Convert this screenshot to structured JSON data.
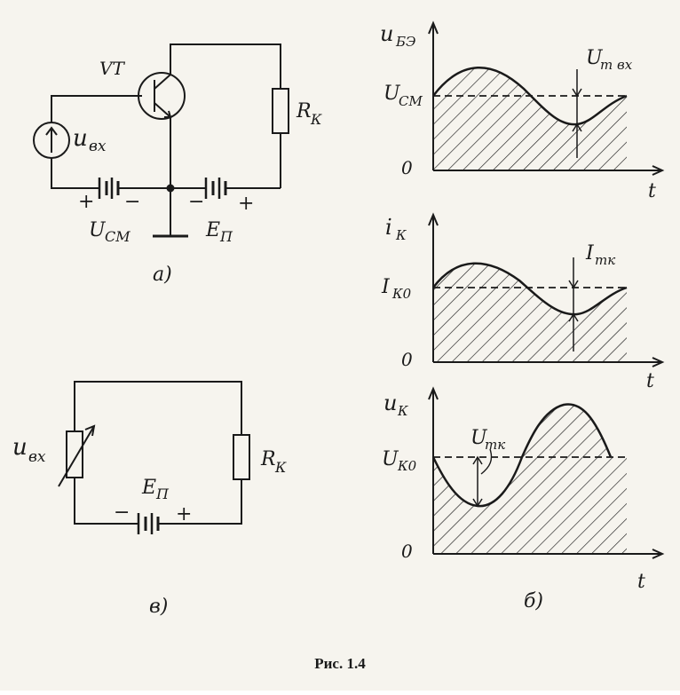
{
  "figure": {
    "caption": "Рис. 1.4",
    "colors": {
      "ink": "#1a1a1a",
      "paper": "#f6f4ee"
    }
  },
  "panel_a": {
    "label": "а)",
    "transistor": "VT",
    "source": "u",
    "source_sub": "вх",
    "resistor": "R",
    "resistor_sub": "К",
    "bias_battery": "U",
    "bias_battery_sub": "СМ",
    "supply_battery": "E",
    "supply_battery_sub": "П",
    "plus": "+",
    "minus": "−"
  },
  "panel_b": {
    "label": "б)",
    "graph1": {
      "y": "u",
      "y_sub": "БЭ",
      "level": "U",
      "level_sub": "СМ",
      "amp": "U",
      "amp_sub": "m вх",
      "origin": "0",
      "x": "t"
    },
    "graph2": {
      "y": "i",
      "y_sub": "К",
      "level": "I",
      "level_sub": "К0",
      "amp": "I",
      "amp_sub": "mк",
      "origin": "0",
      "x": "t"
    },
    "graph3": {
      "y": "u",
      "y_sub": "К",
      "level": "U",
      "level_sub": "К0",
      "amp": "U",
      "amp_sub": "mк",
      "origin": "0",
      "x": "t"
    }
  },
  "panel_c": {
    "label": "в)",
    "variable_resistor": "u",
    "variable_resistor_sub": "вх",
    "resistor": "R",
    "resistor_sub": "К",
    "battery": "E",
    "battery_sub": "П",
    "plus": "+",
    "minus": "−"
  }
}
